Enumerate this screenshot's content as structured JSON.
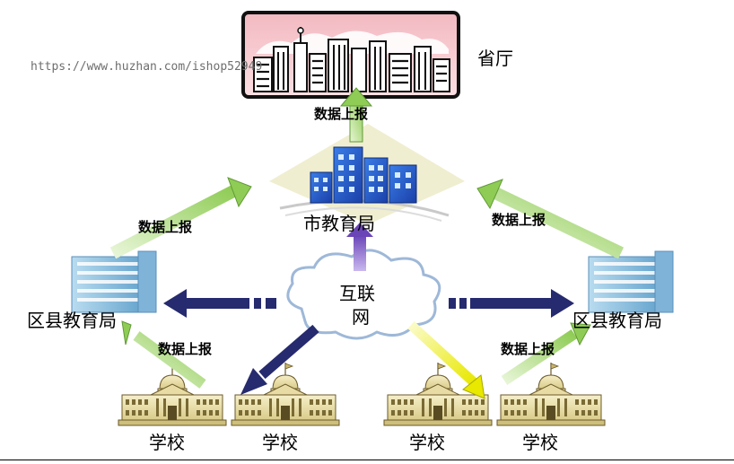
{
  "nodes": {
    "province": "省厅",
    "city": "市教育局",
    "district_left": "区县教育局",
    "district_right": "区县教育局",
    "internet_line1": "互联",
    "internet_line2": "网",
    "school_1": "学校",
    "school_2": "学校",
    "school_3": "学校",
    "school_4": "学校"
  },
  "edges": {
    "report_city_to_province": "数据上报",
    "report_left_to_city": "数据上报",
    "report_right_to_city": "数据上报",
    "report_school_to_left": "数据上报",
    "report_school_to_right": "数据上报"
  },
  "watermark": "https://www.huzhan.com/ishop52949",
  "colors": {
    "report_arrow": "#8fcc55",
    "network_arrow": "#262a6e",
    "school_arrow": "#f2f21a",
    "up_arrow": "#7a55c8"
  }
}
